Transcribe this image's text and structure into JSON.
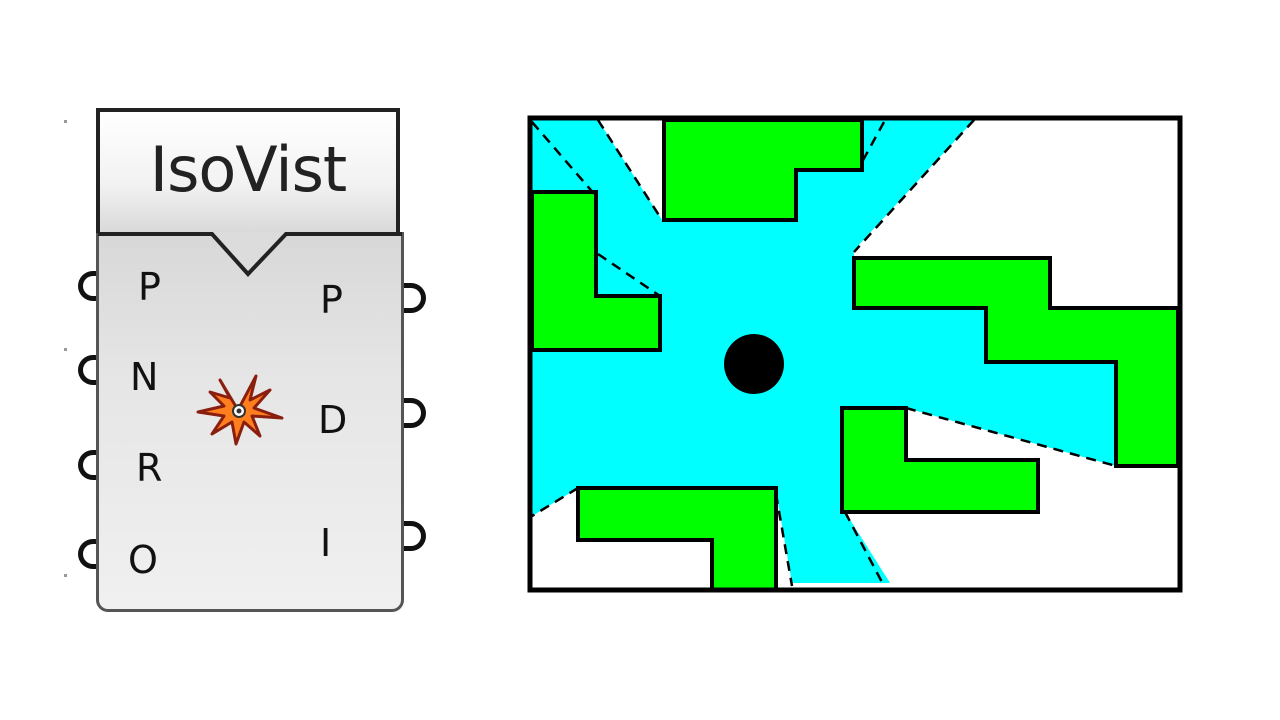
{
  "component": {
    "title": "IsoVist",
    "inputs": [
      "P",
      "N",
      "R",
      "O"
    ],
    "outputs": [
      "P",
      "D",
      "I"
    ],
    "icon": "isovist-star-icon"
  },
  "diagram": {
    "boundary_color": "#000000",
    "visible_area_color": "#00ffff",
    "obstacle_color": "#00ff00",
    "viewpoint_color": "#000000",
    "ray_style": "dashed",
    "icon_colors": {
      "fill": "#ff7f1e",
      "outline": "#8a1f0f"
    }
  }
}
